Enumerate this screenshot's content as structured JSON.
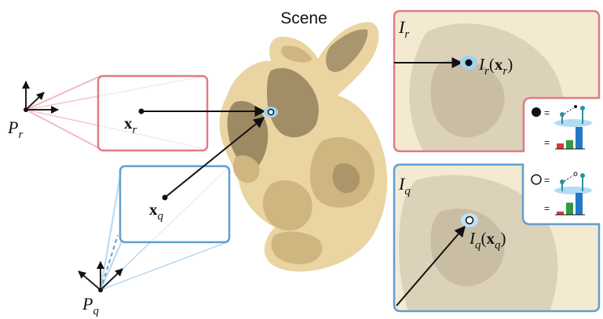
{
  "scene": {
    "title": "Scene"
  },
  "cameras": {
    "reference": {
      "label_main": "P",
      "label_sub": "r"
    },
    "query": {
      "label_main": "P",
      "label_sub": "q"
    }
  },
  "image_planes": {
    "reference": {
      "point_main": "x",
      "point_sub": "r"
    },
    "query": {
      "point_main": "x",
      "point_sub": "q"
    }
  },
  "insets": {
    "reference": {
      "title_main": "I",
      "title_sub": "r",
      "readout_main": "I",
      "readout_sub": "r",
      "readout_arg_main": "x",
      "readout_arg_sub": "r"
    },
    "query": {
      "title_main": "I",
      "title_sub": "q",
      "readout_main": "I",
      "readout_sub": "q",
      "readout_arg_main": "x",
      "readout_arg_sub": "q"
    }
  },
  "legend": {
    "equals_sign": "=",
    "filled": {
      "bars": [
        0.25,
        0.4,
        1.0
      ]
    },
    "hollow": {
      "bars": [
        0.15,
        0.55,
        1.0
      ]
    }
  },
  "colors": {
    "reference": "#e07a87",
    "reference_light": "#f3b9c0",
    "query": "#5e9fd0",
    "query_light": "#b9d7ef",
    "bunny_light": "#e9d4a2",
    "bunny_mid": "#cfb57f",
    "bunny_dark": "#8f7c58",
    "bar_red": "#d83a3a",
    "bar_green": "#2f9a45",
    "bar_blue": "#2478c6"
  }
}
